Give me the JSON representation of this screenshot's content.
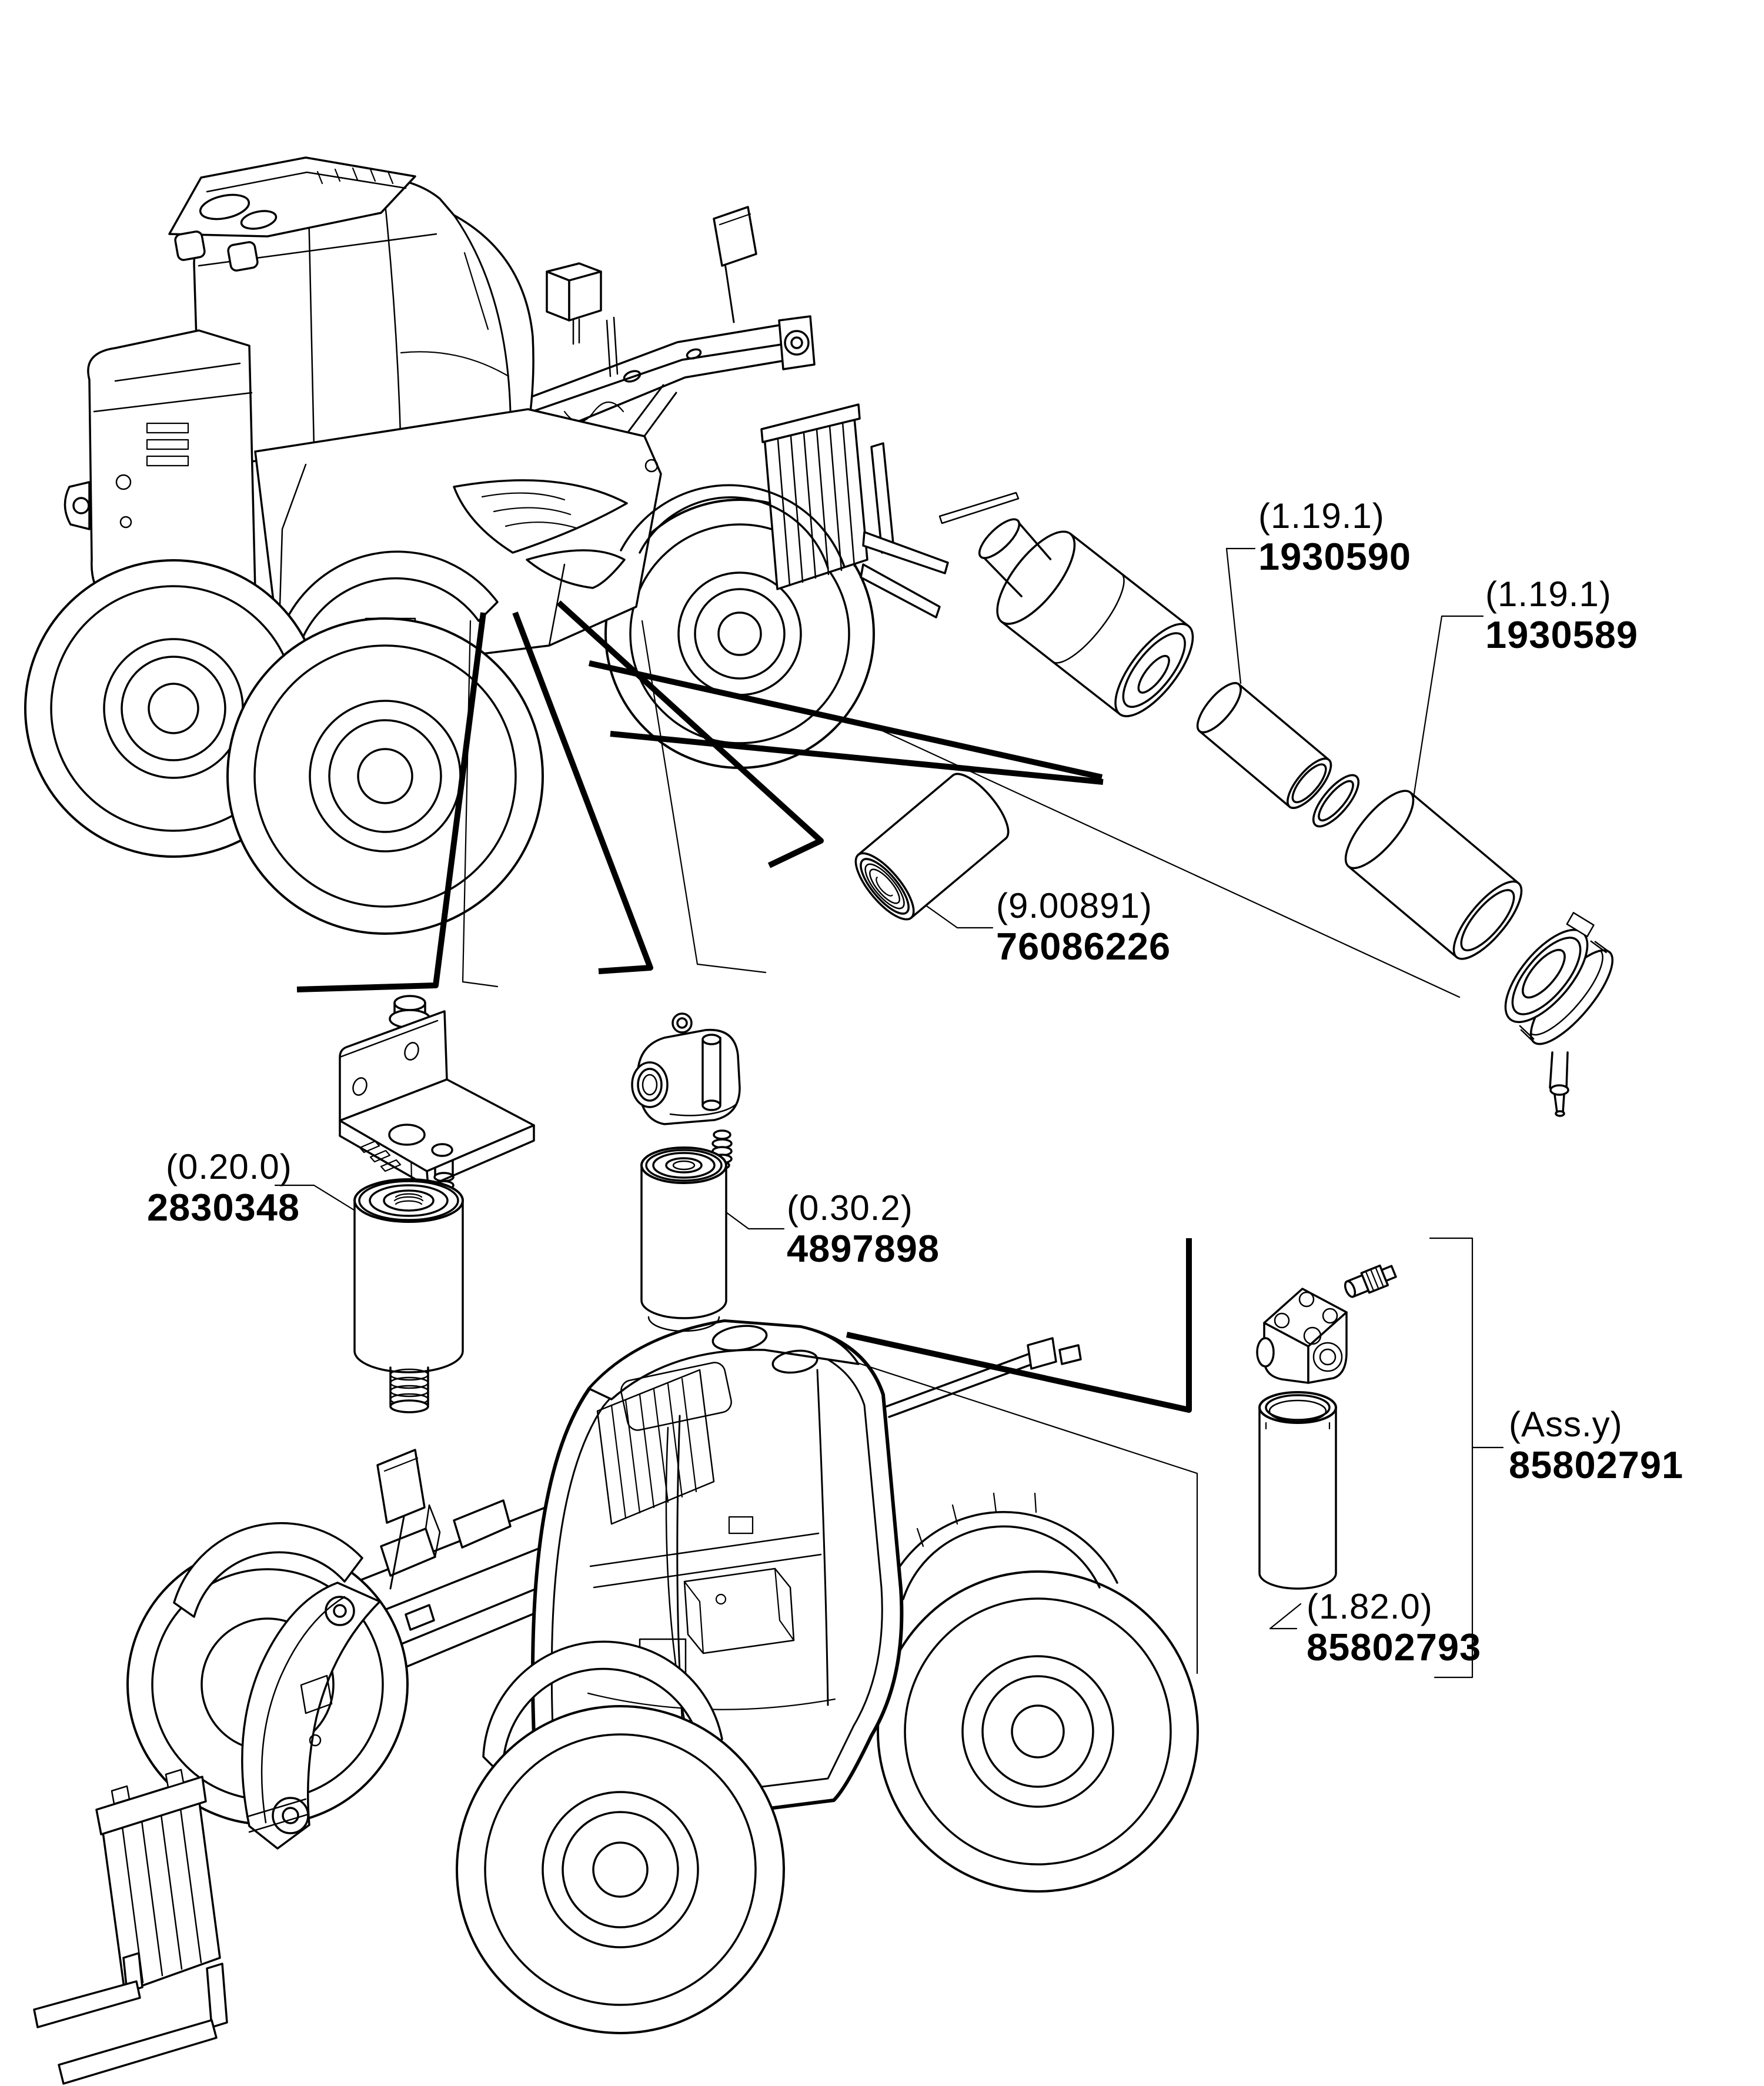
{
  "figure": {
    "description_labels": [
      {
        "code": "(1.19.1)",
        "part_number": "1930590"
      },
      {
        "code": "(1.19.1)",
        "part_number": "1930589"
      },
      {
        "code": "(9.00891)",
        "part_number": "76086226"
      },
      {
        "code": "(0.20.0)",
        "part_number": "2830348"
      },
      {
        "code": "(0.30.2)",
        "part_number": "4897898"
      },
      {
        "code": "(Ass.y)",
        "part_number": "85802791"
      },
      {
        "code": "(1.82.0)",
        "part_number": "85802793"
      }
    ],
    "colors": {
      "ink": "#000000",
      "paper": "#ffffff"
    }
  }
}
